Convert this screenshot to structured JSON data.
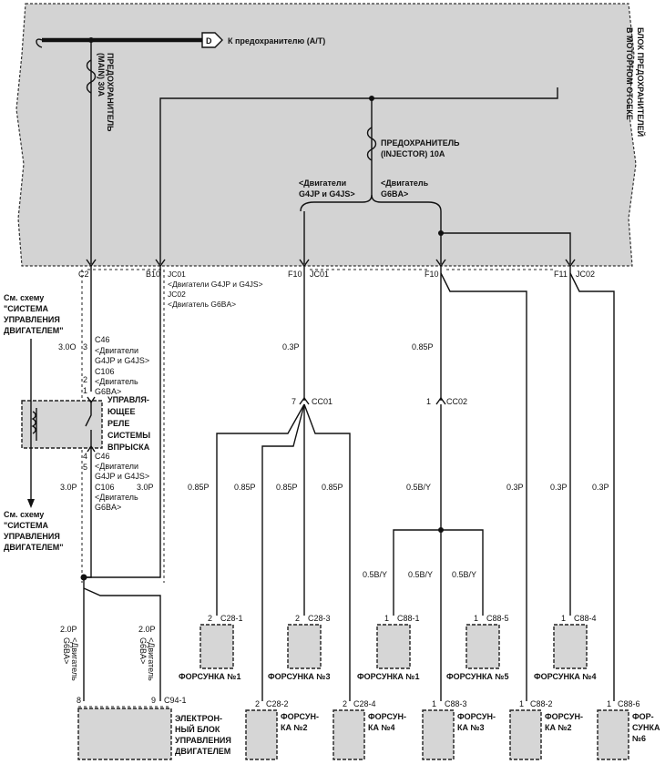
{
  "fuse_block": {
    "title_line1": "БЛОК ПРЕДОХРАНИТЕЛЕЙ",
    "title_line2": "В МОТОРНОМ ОТСЕКЕ",
    "to_fuse_label": "К предохранителю (A/T)",
    "connector_d": "D",
    "main_fuse_line1": "ПРЕДОХРАНИТЕЛЬ",
    "main_fuse_line2": "(MAIN) 30A",
    "injector_fuse_line1": "ПРЕДОХРАНИТЕЛЬ",
    "injector_fuse_line2": "(INJECTOR) 10A",
    "engines_a_line1": "<Двигатели",
    "engines_a_line2": "G4JP и G4JS>",
    "engines_b_line1": "<Двигатель",
    "engines_b_line2": "G6BA>"
  },
  "terminals": {
    "c2": "C2",
    "b10": "B10",
    "f10_a": "F10",
    "jc01_a": "JC01",
    "f10_b": "F10",
    "f11": "F11",
    "jc02": "JC02",
    "note_jc01": "JC01",
    "note_jc01_eng": "<Двигатели G4JP и G4JS>",
    "note_jc02": "JC02",
    "note_jc02_eng": "<Двигатель G6BA>"
  },
  "left_refs": {
    "see_top_1": "См. схему",
    "see_top_2": "\"СИСТЕМА",
    "see_top_3": "УПРАВЛЕНИЯ",
    "see_top_4": "ДВИГАТЕЛЕМ\"",
    "see_bot_1": "См. схему",
    "see_bot_2": "\"СИСТЕМА",
    "see_bot_3": "УПРАВЛЕНИЯ",
    "see_bot_4": "ДВИГАТЕЛЕМ\""
  },
  "relay": {
    "c46_top": "C46",
    "c46_top_eng1": "<Двигатели",
    "c46_top_eng2": "G4JP и G4JS>",
    "c106_top": "C106",
    "c106_top_eng1": "<Двигатель",
    "c106_top_eng2": "G6BA>",
    "label_1": "УПРАВЛЯ-",
    "label_2": "ЮЩЕЕ",
    "label_3": "РЕЛЕ",
    "label_4": "СИСТЕМЫ",
    "label_5": "ВПРЫСКА",
    "c46_bot": "C46",
    "c46_bot_eng1": "<Двигатели",
    "c46_bot_eng2": "G4JP и G4JS>",
    "c106_bot": "C106",
    "c106_bot_eng1": "<Двигатель",
    "c106_bot_eng2": "G6BA>",
    "pin_3": "3",
    "pin_2": "2",
    "pin_1": "1",
    "pin_4": "4",
    "pin_5": "5"
  },
  "wires": {
    "w_30o": "3.0O",
    "w_30p_l": "3.0P",
    "w_30p_r": "3.0P",
    "w_03p": "0.3P",
    "w_085p_main": "0.85P",
    "w_085p_1": "0.85P",
    "w_085p_2": "0.85P",
    "w_085p_3": "0.85P",
    "w_085p_4": "0.85P",
    "w_05by_main": "0.5B/Y",
    "w_05by_1": "0.5B/Y",
    "w_05by_2": "0.5B/Y",
    "w_05by_3": "0.5B/Y",
    "w_03p_a": "0.3P",
    "w_03p_b": "0.3P",
    "w_03p_c": "0.3P",
    "w_20p_l": "2.0P",
    "w_20p_r": "2.0P",
    "w_eng_l1": "<Двигатель",
    "w_eng_l2": "G6BA>",
    "w_eng_r1": "<Двигатель",
    "w_eng_r2": "G6BA>"
  },
  "splices": {
    "cc01": "CC01",
    "cc01_pin": "7",
    "cc02": "CC02",
    "cc02_pin": "1"
  },
  "connectors_row1": [
    {
      "pin": "2",
      "code": "C28-1",
      "label": "ФОРСУНКА №1"
    },
    {
      "pin": "2",
      "code": "C28-3",
      "label": "ФОРСУНКА №3"
    },
    {
      "pin": "1",
      "code": "C88-1",
      "label": "ФОРСУНКА №1"
    },
    {
      "pin": "1",
      "code": "C88-5",
      "label": "ФОРСУНКА №5"
    },
    {
      "pin": "1",
      "code": "C88-4",
      "label": "ФОРСУНКА №4"
    }
  ],
  "connectors_row2": [
    {
      "pin": "2",
      "code": "C28-2",
      "label1": "ФОРСУН-",
      "label2": "КА №2"
    },
    {
      "pin": "2",
      "code": "C28-4",
      "label1": "ФОРСУН-",
      "label2": "КА №4"
    },
    {
      "pin": "1",
      "code": "C88-3",
      "label1": "ФОРСУН-",
      "label2": "КА №3"
    },
    {
      "pin": "1",
      "code": "C88-2",
      "label1": "ФОРСУН-",
      "label2": "КА №2"
    },
    {
      "pin": "1",
      "code": "C88-6",
      "label1": "ФОР-",
      "label2": "СУНКА",
      "label3": "№6"
    }
  ],
  "ecu": {
    "code": "C94-1",
    "pin_8": "8",
    "pin_9": "9",
    "label1": "ЭЛЕКТРОН-",
    "label2": "НЫЙ БЛОК",
    "label3": "УПРАВЛЕНИЯ",
    "label4": "ДВИГАТЕЛЕМ"
  }
}
